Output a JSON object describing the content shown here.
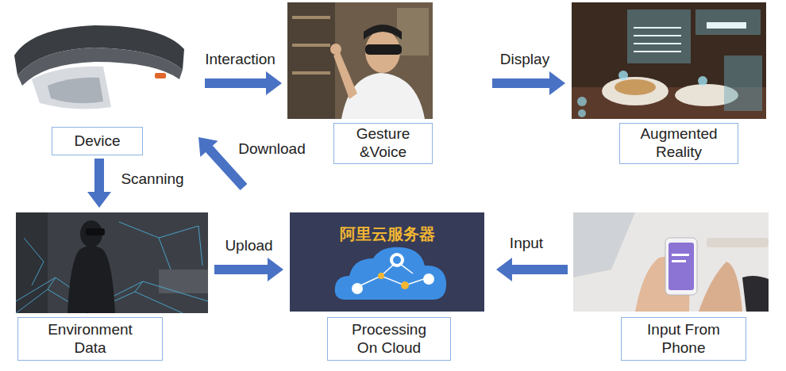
{
  "diagram": {
    "nodes": [
      {
        "text": [
          "Device"
        ]
      },
      {
        "text": [
          "Gesture &Voice"
        ]
      },
      {
        "text": [
          "Augmented Reality"
        ]
      },
      {
        "text": [
          "Environment Data"
        ]
      },
      {
        "text": [
          "Processing On Cloud"
        ]
      },
      {
        "text": [
          "Input From Phone"
        ]
      }
    ],
    "edges": [
      {
        "from": 0,
        "to": 1,
        "label": "Interaction",
        "arrow": "to"
      },
      {
        "from": 1,
        "to": 2,
        "label": "Display",
        "arrow": "to"
      },
      {
        "from": 0,
        "to": 3,
        "label": "Scanning",
        "arrow": "to"
      },
      {
        "from": 4,
        "to": 0,
        "label": "Download",
        "arrow": "to"
      },
      {
        "from": 3,
        "to": 4,
        "label": "Upload",
        "arrow": "to"
      },
      {
        "from": 5,
        "to": 4,
        "label": "Input",
        "arrow": "to"
      }
    ],
    "labels": [
      "阿里云服务器"
    ]
  }
}
